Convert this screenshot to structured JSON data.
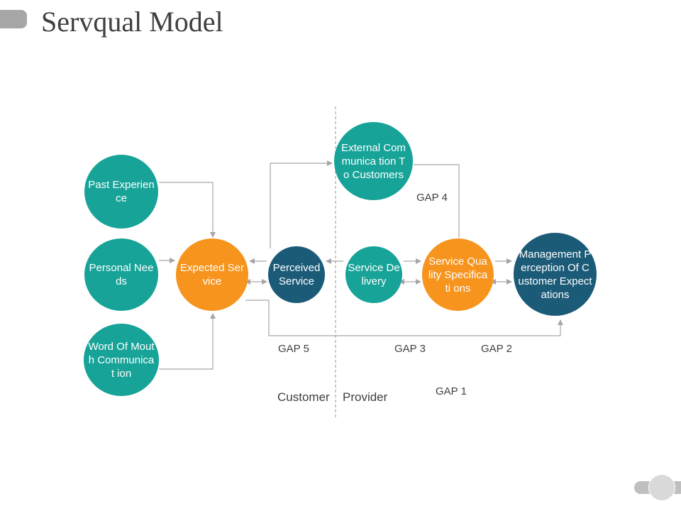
{
  "title": "Servqual Model",
  "colors": {
    "teal": "#17a398",
    "orange": "#f7941d",
    "navy": "#1b5b78",
    "connector": "#a6a6a6"
  },
  "nodes": {
    "past_experience": "Past Experience",
    "personal_needs": "Personal Needs",
    "word_of_mouth": "Word Of Mouth Communicat ion",
    "expected_service": "Expected Service",
    "perceived_service": "Perceived Service",
    "external_communication": "External Communica tion To Customers",
    "service_delivery": "Service Delivery",
    "service_quality_specifications": "Service Quality Specificati ons",
    "management_perception": "Management Perception Of Customer Expectations"
  },
  "gaps": {
    "gap1": "GAP 1",
    "gap2": "GAP 2",
    "gap3": "GAP 3",
    "gap4": "GAP 4",
    "gap5": "GAP 5"
  },
  "sides": {
    "customer": "Customer",
    "provider": "Provider"
  }
}
